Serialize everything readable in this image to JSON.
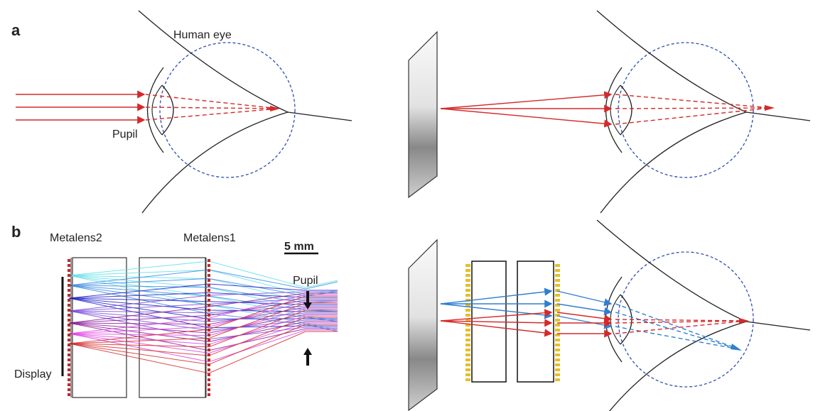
{
  "panels": {
    "a": {
      "label": "a",
      "eye_label": "Human eye",
      "pupil_label": "Pupil"
    },
    "b": {
      "label": "b",
      "metalens2_label": "Metalens2",
      "metalens1_label": "Metalens1",
      "scale_label": "5 mm",
      "pupil_label": "Pupil",
      "display_label": "Display"
    }
  },
  "colors": {
    "red_ray": "#d42a2a",
    "blue_ray": "#2f7fd0",
    "eye_circle": "#2b4fb0",
    "metalens_yellow": "#e6be2a",
    "metalens_red": "#c0282a"
  }
}
